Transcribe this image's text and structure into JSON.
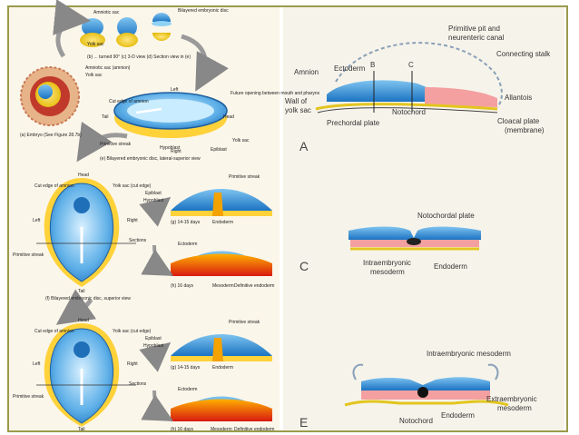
{
  "left": {
    "labels": {
      "amniotic_sac": "Amniotic sac",
      "bilayered_disc": "Bilayered embryonic disc",
      "yolk_sac": "Yolk sac",
      "turned_90": "(b) ... turned 90° (c) 3-D view (d) Section view in (e)",
      "amniotic_sac_amnion": "Amniotic sac (amnion)",
      "yolk_sac_small": "Yolk sac",
      "embryo": "(a) Embryo (See Figure 28.7b)",
      "left": "Left",
      "right": "Right",
      "head": "Head",
      "tail": "Tail",
      "cut_edge_amnion": "Cut edge of amnion",
      "future_opening": "Future opening between mouth and pharynx",
      "primitive_streak": "Primitive streak",
      "hypoblast": "Hypoblast",
      "epiblast": "Epiblast",
      "bilayered_lateral": "(e) Bilayered embryonic disc, lateral-superior view",
      "yolk_sac_cut_edge": "Yolk sac (cut edge)",
      "sections": "Sections",
      "superior_view": "(f) Bilayered embryonic disc, superior view",
      "days_14_15": "(g) 14-15 days",
      "days_16": "(h) 16 days",
      "endoderm": "Endoderm",
      "ectoderm": "Ectoderm",
      "mesoderm": "Mesoderm",
      "definitive_endoderm": "Definitive endoderm"
    }
  },
  "right": {
    "panel_a": {
      "primitive_pit": "Primitive pit and",
      "neurenteric_canal": "neurenteric canal",
      "connecting_stalk": "Connecting stalk",
      "amnion": "Amnion",
      "ectoderm": "Ectoderm",
      "b": "B",
      "c": "C",
      "wall_of": "Wall of",
      "yolk_sac": "yolk sac",
      "notochord": "Notochord",
      "prechordal_plate": "Prechordal plate",
      "allantois": "Allantois",
      "cloacal_plate": "Cloacal plate",
      "membrane": "(membrane)",
      "letter": "A"
    },
    "panel_c": {
      "notochordal_plate": "Notochordal plate",
      "intraembryonic": "Intraembryonic",
      "mesoderm": "mesoderm",
      "endoderm": "Endoderm",
      "letter": "C"
    },
    "panel_e": {
      "intraembryonic_mesoderm": "Intraembryonic mesoderm",
      "extraembryonic": "Extraembryonic",
      "mesoderm": "mesoderm",
      "endoderm": "Endoderm",
      "notochord": "Notochord",
      "letter": "E"
    }
  }
}
